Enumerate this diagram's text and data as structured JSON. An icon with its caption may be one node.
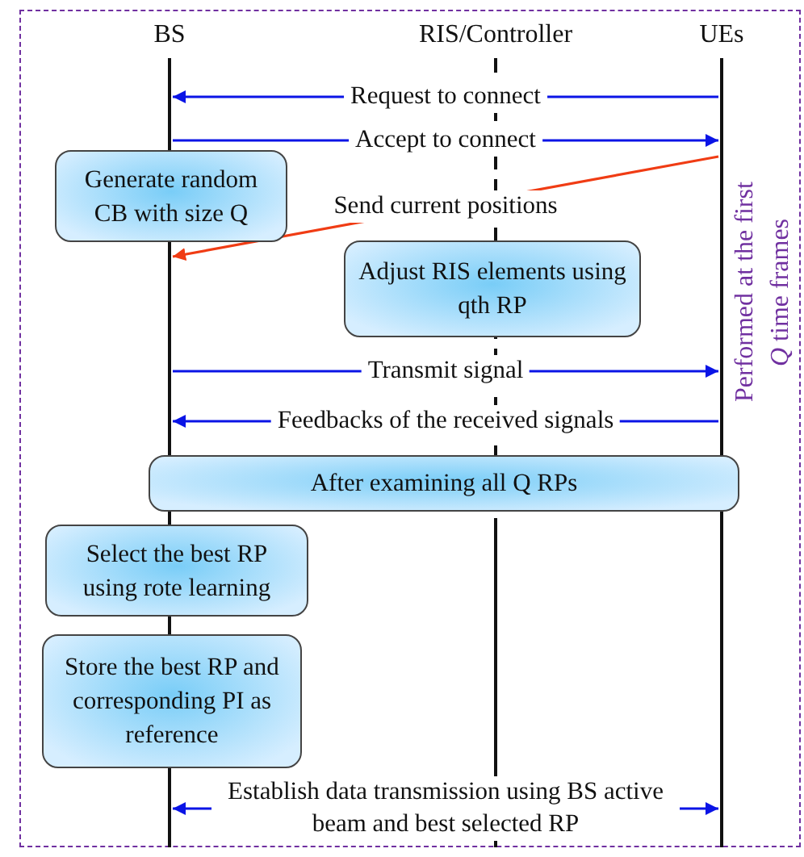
{
  "diagram": {
    "nodes": [
      {
        "text": [
          "Performed at the first *Q* time frames"
        ]
      },
      {
        "text": [
          "BS"
        ],
        "in": 0
      },
      {
        "text": [
          "RIS/Controller"
        ],
        "in": 0
      },
      {
        "text": [
          "UEs"
        ],
        "in": 0
      },
      {
        "text": [],
        "shape": "bar",
        "in": 0
      },
      {
        "text": [],
        "shape": "bar",
        "in": 0
      },
      {
        "text": [],
        "shape": "bar",
        "in": 0
      },
      {
        "text": [
          "Generate random CB with size Q"
        ],
        "in": 0
      },
      {
        "text": [
          "Adjust RIS elements using qth RP"
        ],
        "in": 0
      },
      {
        "text": [
          "After examining all Q RPs"
        ],
        "in": 0
      },
      {
        "text": [
          "Select the best RP using rote learning"
        ],
        "in": 0
      },
      {
        "text": [
          "Store the best RP and corresponding PI as reference"
        ],
        "in": 0
      }
    ],
    "edges": [
      {
        "from": 6,
        "to": 4,
        "arrow": "to",
        "label": "Request to connect"
      },
      {
        "from": 4,
        "to": 6,
        "arrow": "to",
        "label": "Accept to connect"
      },
      {
        "from": 6,
        "to": 4,
        "arrow": "to",
        "label": "Send current positions",
        "color": "#f03c14"
      },
      {
        "from": 4,
        "to": 6,
        "arrow": "to",
        "label": "Transmit signal"
      },
      {
        "from": 6,
        "to": 4,
        "arrow": "to",
        "label": "Feedbacks of the received signals"
      },
      {
        "from": 4,
        "to": 6,
        "arrow": "both",
        "label": "Establish data transmission using BS active beam and best selected RP"
      }
    ]
  }
}
